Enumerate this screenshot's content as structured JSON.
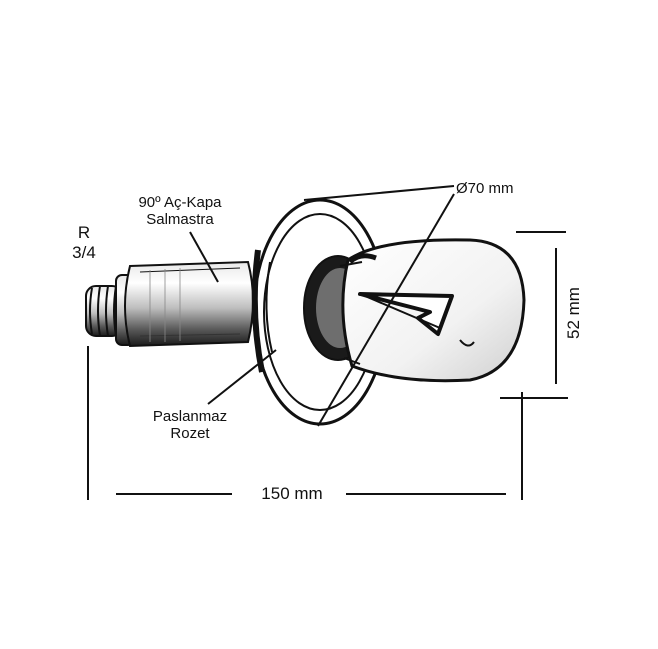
{
  "labels": {
    "thread": {
      "line1": "R",
      "line2": "3/4"
    },
    "seal": {
      "line1": "90º Aç-Kapa",
      "line2": "Salmastra"
    },
    "diameter": "Ø70 mm",
    "rosette": {
      "line1": "Paslanmaz",
      "line2": "Rozet"
    },
    "length": "150 mm",
    "height": "52 mm"
  }
}
